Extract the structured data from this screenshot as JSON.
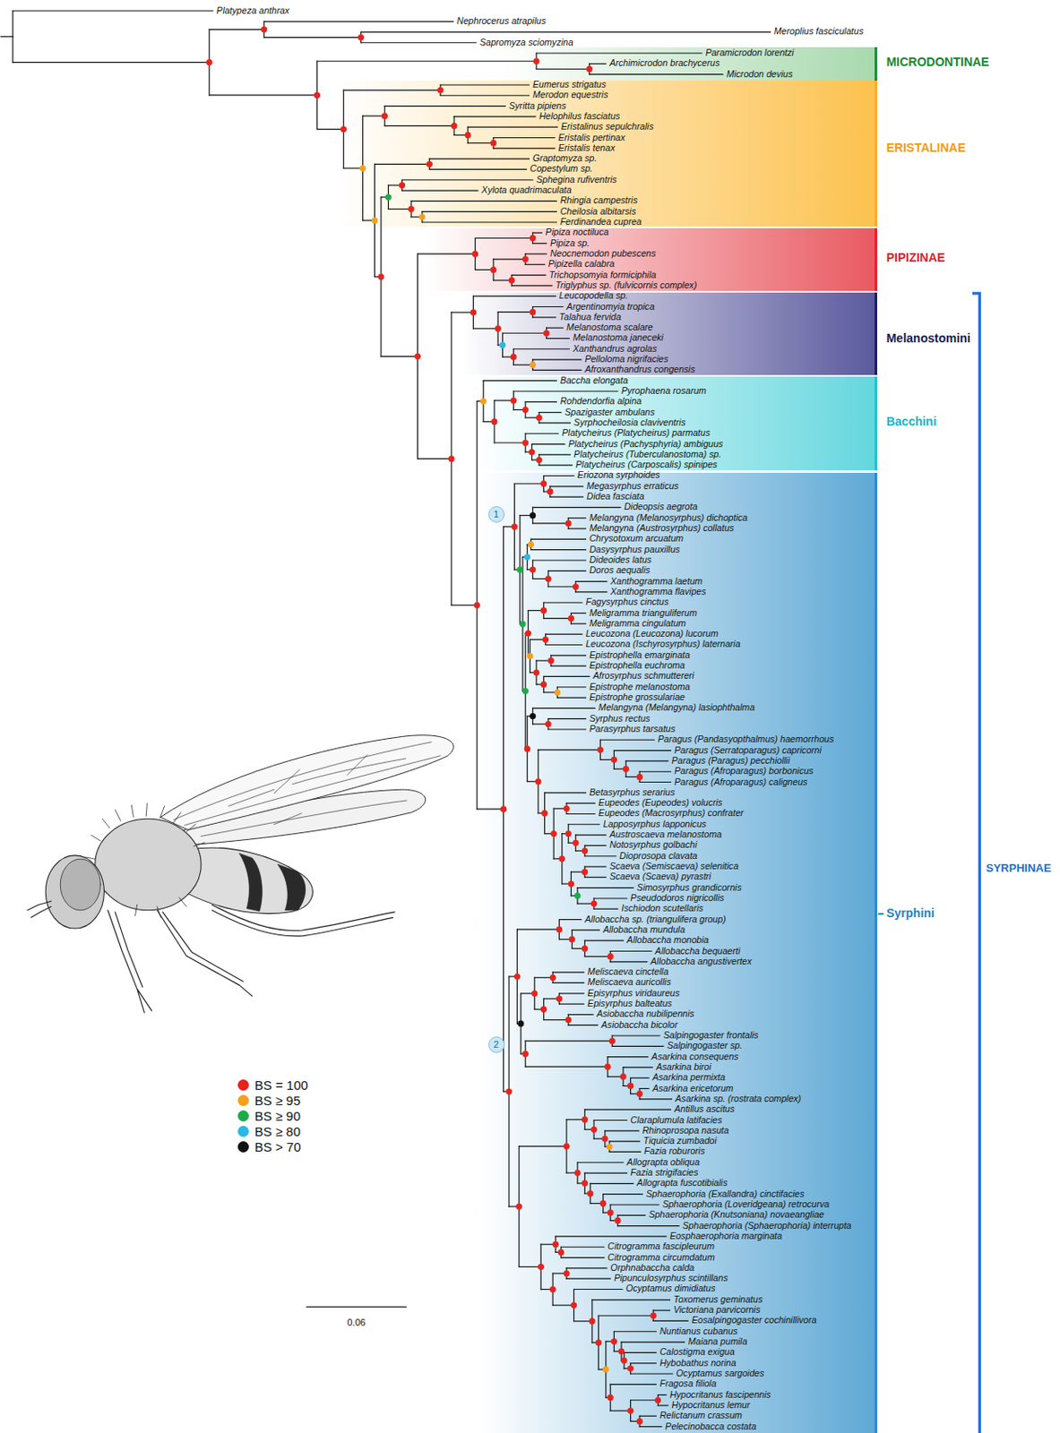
{
  "diagram": {
    "nodes": [
      {
        "text": [
          "MICRODONTINAE"
        ]
      },
      {
        "text": [
          "ERISTALINAE"
        ]
      },
      {
        "text": [
          "PIPIZINAE"
        ]
      },
      {
        "text": [
          "Melanostomini"
        ]
      },
      {
        "text": [
          "Bacchini"
        ]
      },
      {
        "text": [
          "Syrphini"
        ]
      },
      {
        "text": [
          "1"
        ],
        "in": 5
      },
      {
        "text": [
          "2"
        ],
        "in": 5
      }
    ],
    "labels": [
      "Platypeza anthrax",
      "Nephrocerus atrapilus",
      "Meroplius fasciculatus",
      "Sapromyza sciomyzina",
      "Paramicrodon lorentzi",
      "Archimicrodon brachycerus",
      "Microdon devius",
      "Eumerus strigatus",
      "Merodon equestris",
      "Syritta pipiens",
      "Helophilus fasciatus",
      "Eristalinus sepulchralis",
      "Eristalis pertinax",
      "Eristalis tenax",
      "Graptomyza sp.",
      "Copestylum sp.",
      "Sphegina rufiventris",
      "Xylota quadrimaculata",
      "Rhingia campestris",
      "Cheilosia albitarsis",
      "Ferdinandea cuprea",
      "Pipiza noctiluca",
      "Pipiza sp.",
      "Neocnemodon pubescens",
      "Pipizella calabra",
      "Trichopsomyia formiciphila",
      "Triglyphus sp. (fulvicornis complex)",
      "Leucopodella sp.",
      "Argentinomyia tropica",
      "Talahua fervida",
      "Melanostoma scalare",
      "Melanostoma janeceki",
      "Xanthandrus agrolas",
      "Pelloloma nigrifacies",
      "Afroxanthandrus congensis",
      "Baccha elongata",
      "Pyrophaena rosarum",
      "Rohdendorfia alpina",
      "Spazigaster ambulans",
      "Syrphocheilosia claviventris",
      "Platycheirus (Platycheirus) parmatus",
      "Platycheirus (Pachysphyria) ambiguus",
      "Platycheirus (Tuberculanostoma) sp.",
      "Platycheirus (Carposcalis) spinipes",
      "Eriozona syrphoides",
      "Megasyrphus erraticus",
      "Didea fasciata",
      "Dideopsis aegrota",
      "Melangyna (Melanosyrphus) dichoptica",
      "Melangyna (Austrosyrphus) collatus",
      "Chrysotoxum arcuatum",
      "Dasysyrphus pauxillus",
      "Dideoides latus",
      "Doros aequalis",
      "Xanthogramma laetum",
      "Xanthogramma flavipes",
      "Fagysyrphus cinctus",
      "Meligramma trianguliferum",
      "Meligramma cingulatum",
      "Leucozona (Leucozona) lucorum",
      "Leucozona (Ischyrosyrphus) laternaria",
      "Epistrophella emarginata",
      "Epistrophella euchroma",
      "Afrosyrphus schmuttereri",
      "Epistrophe melanostoma",
      "Epistrophe grossulariae",
      "Melangyna (Melangyna) lasiophthalma",
      "Syrphus rectus",
      "Parasyrphus tarsatus",
      "Paragus (Pandasyopthalmus) haemorrhous",
      "Paragus (Serratoparagus) capricorni",
      "Paragus (Paragus) pecchiollii",
      "Paragus (Afroparagus) borbonicus",
      "Paragus (Afroparagus) caligneus",
      "Betasyrphus serarius",
      "Eupeodes (Eupeodes) volucris",
      "Eupeodes (Macrosyrphus) confrater",
      "Lapposyrphus lapponicus",
      "Austroscaeva melanostoma",
      "Notosyrphus golbachi",
      "Dioprosopa clavata",
      "Scaeva (Semiscaeva) selenitica",
      "Scaeva (Scaeva) pyrastri",
      "Simosyrphus grandicornis",
      "Pseudodoros nigricollis",
      "Ischiodon scutellaris",
      "Allobaccha sp. (triangulifera group)",
      "Allobaccha mundula",
      "Allobaccha monobia",
      "Allobaccha bequaerti",
      "Allobaccha angustivertex",
      "Meliscaeva cinctella",
      "Meliscaeva auricollis",
      "Episyrphus viridaureus",
      "Episyrphus balteatus",
      "Asiobaccha nubilipennis",
      "Asiobaccha bicolor",
      "Salpingogaster frontalis",
      "Salpingogaster sp.",
      "Asarkina consequens",
      "Asarkina biroi",
      "Asarkina permixta",
      "Asarkina ericetorum",
      "Asarkina sp. (rostrata complex)",
      "Antillus ascitus",
      "Claraplumula latifacies",
      "Rhinoprosopa nasuta",
      "Tiquicia zumbadoi",
      "Fazia roburoris",
      "Allograpta obliqua",
      "Fazia strigifacies",
      "Allograpta fuscotibialis",
      "Sphaerophoria (Exallandra) cinctifacies",
      "Sphaerophoria (Loveridgeana) retrocurva",
      "Sphaerophoria (Knutsoniana) novaeangliae",
      "Sphaerophoria (Sphaerophoria) interrupta",
      "Eosphaerophoria marginata",
      "Citrogramma fascipleurum",
      "Citrogramma circumdatum",
      "Orphnabaccha calda",
      "Pipunculosyrphus scintillans",
      "Ocyptamus dimidiatus",
      "Toxomerus geminatus",
      "Victoriana parvicornis",
      "Eosalpingogaster cochinillivora",
      "Nuntianus cubanus",
      "Maiana pumila",
      "Calostigma exigua",
      "Hybobathus norina",
      "Ocyptamus sargoides",
      "Fragosa filiola",
      "Hypocritanus fascipennis",
      "Hypocritanus lemur",
      "Relictanum crassum",
      "Pelecinobacca costata",
      "SYRPHINAE",
      "0.06"
    ],
    "legend": [
      {
        "text": "BS = 100",
        "color": "#e8231c"
      },
      {
        "text": "BS ≥ 95",
        "color": "#f6a11a"
      },
      {
        "text": "BS ≥ 90",
        "color": "#1faa4a"
      },
      {
        "text": "BS ≥ 80",
        "color": "#2bb8e6"
      },
      {
        "text": "BS > 70",
        "color": "#111111"
      }
    ]
  }
}
